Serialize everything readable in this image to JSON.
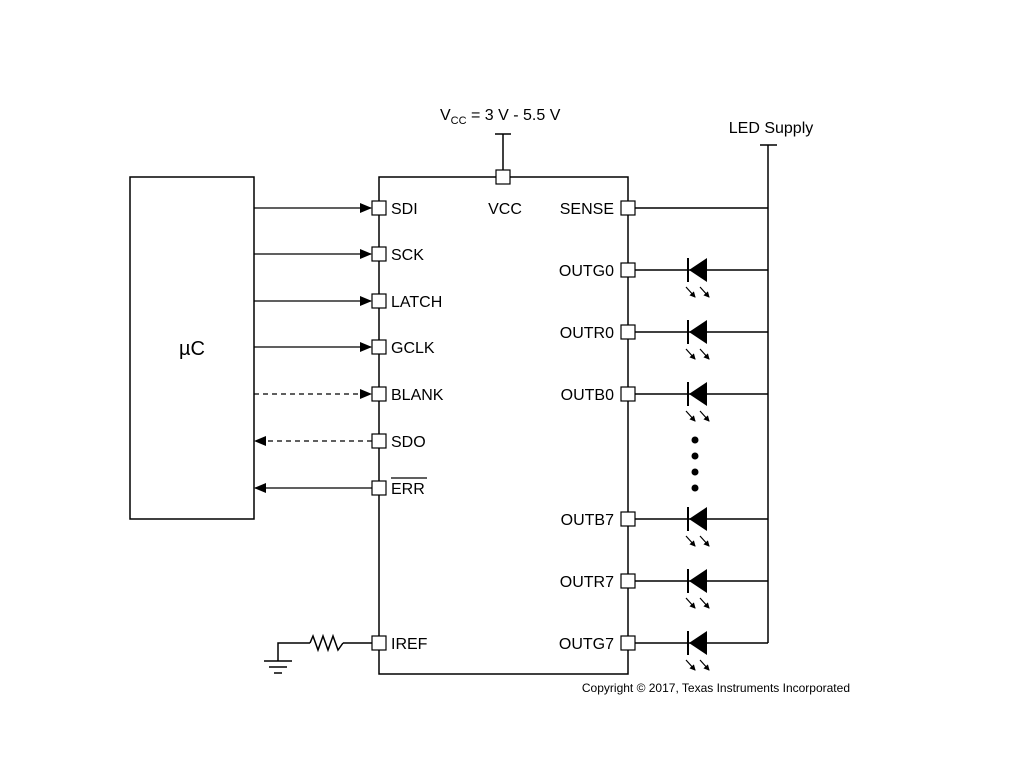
{
  "supply": {
    "vcc_symbol": "V",
    "vcc_subscript": "CC",
    "vcc_range": " = 3 V - 5.5 V",
    "led_supply_label": "LED Supply"
  },
  "mcu": {
    "label": "µC"
  },
  "ic": {
    "vcc_pin_label": "VCC",
    "left_pins": [
      {
        "label": "SDI",
        "direction": "in",
        "line": "solid"
      },
      {
        "label": "SCK",
        "direction": "in",
        "line": "solid"
      },
      {
        "label": "LATCH",
        "direction": "in",
        "line": "solid"
      },
      {
        "label": "GCLK",
        "direction": "in",
        "line": "solid"
      },
      {
        "label": "BLANK",
        "direction": "in",
        "line": "dashed"
      },
      {
        "label": "SDO",
        "direction": "out",
        "line": "dashed"
      },
      {
        "label": "ERR",
        "direction": "out",
        "line": "solid",
        "overbar": true
      }
    ],
    "iref_label": "IREF",
    "sense_label": "SENSE",
    "outputs": [
      "OUTG0",
      "OUTR0",
      "OUTB0",
      "OUTB7",
      "OUTR7",
      "OUTG7"
    ]
  },
  "copyright": "Copyright © 2017, Texas Instruments Incorporated"
}
